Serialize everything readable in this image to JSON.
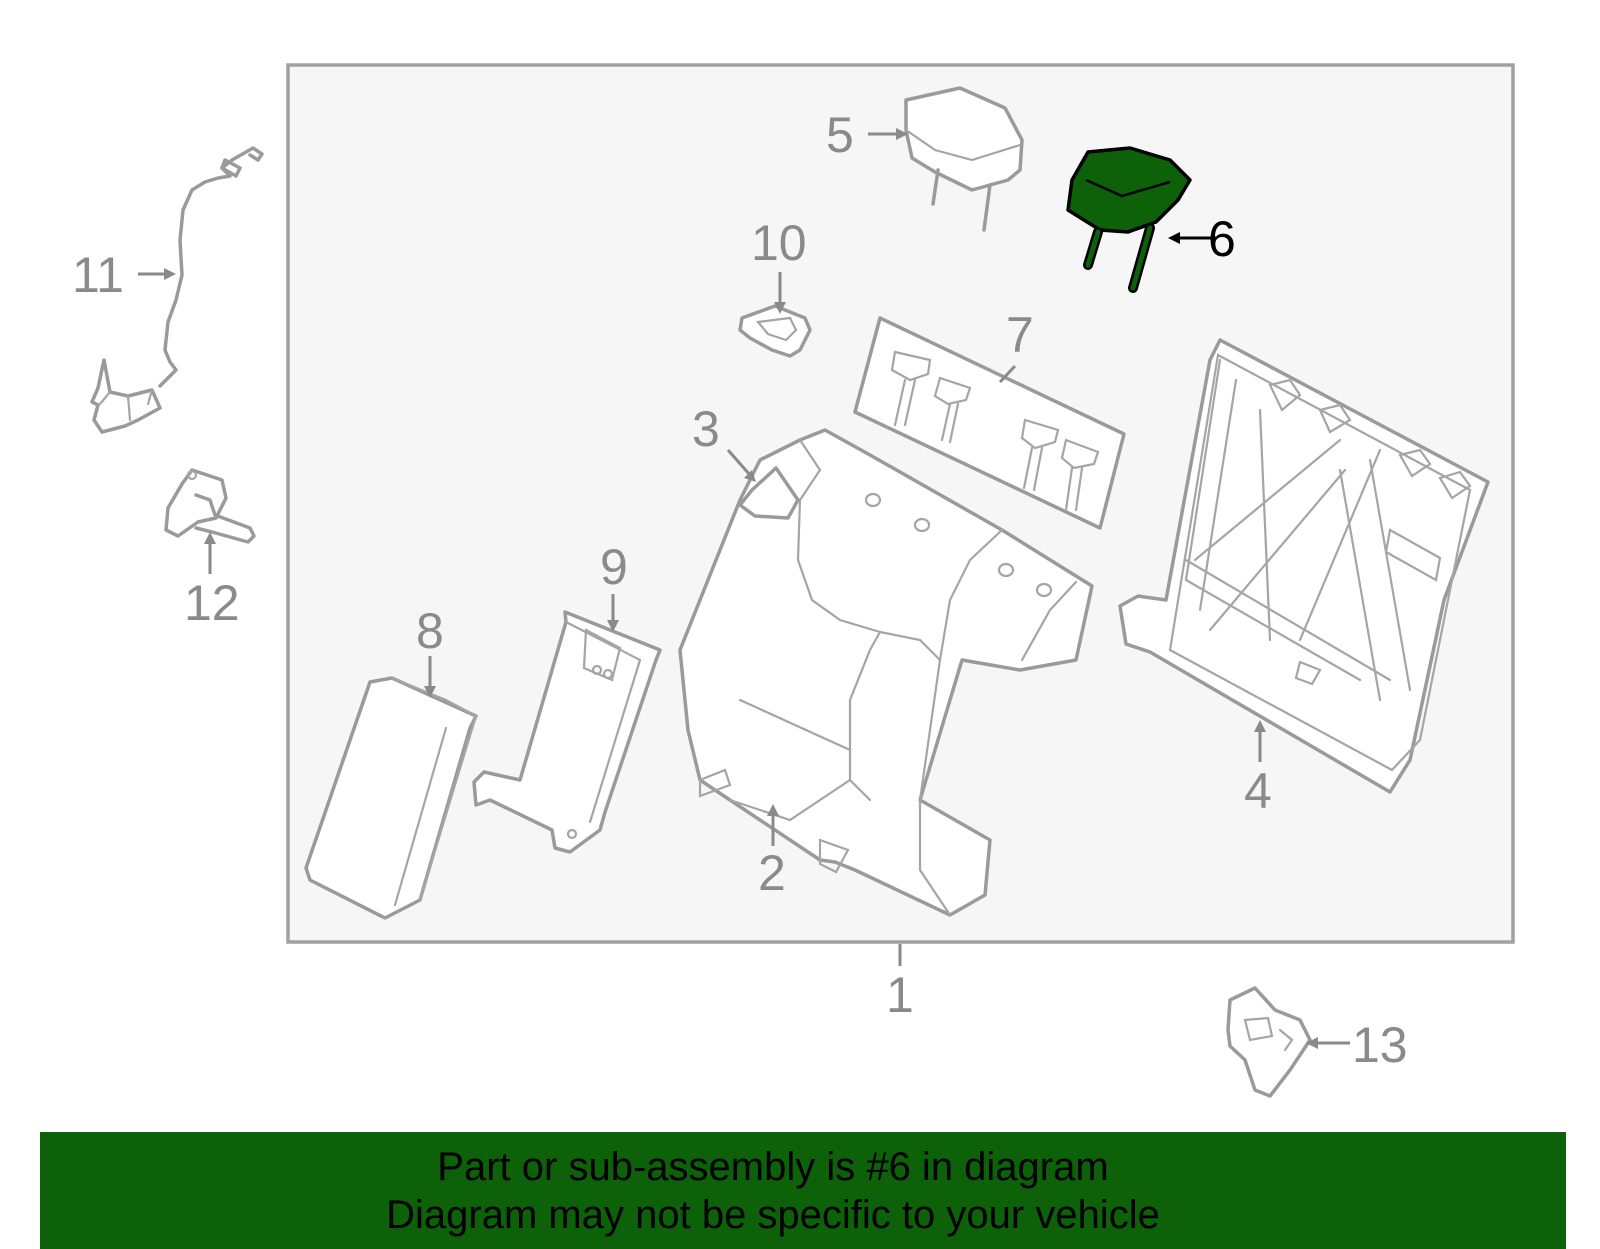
{
  "diagram": {
    "highlight_color": "#0c6109",
    "highlighted_part": "6",
    "callouts": {
      "c1": "1",
      "c2": "2",
      "c3": "3",
      "c4": "4",
      "c5": "5",
      "c6": "6",
      "c7": "7",
      "c8": "8",
      "c9": "9",
      "c10": "10",
      "c11": "11",
      "c12": "12",
      "c13": "13"
    }
  },
  "banner": {
    "line1": "Part or sub-assembly is #6 in diagram",
    "line2": "Diagram may not be specific to your vehicle",
    "background": "#0c6109"
  }
}
